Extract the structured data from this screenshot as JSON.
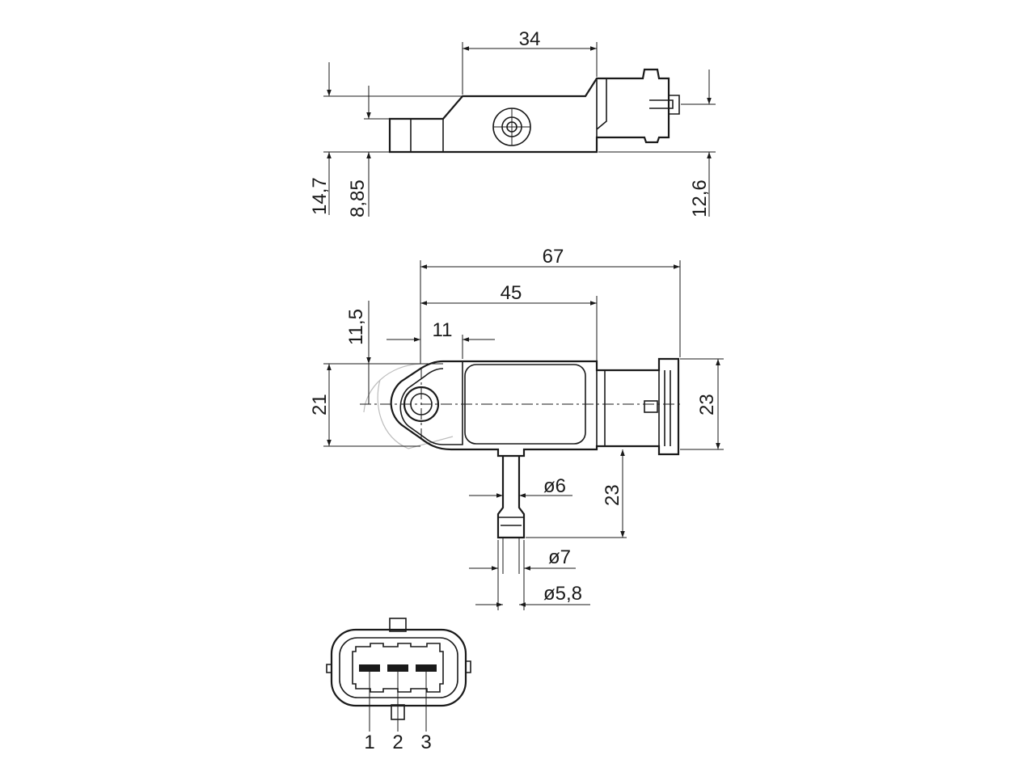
{
  "drawing": {
    "side_view": {
      "dim_top_width": "34",
      "dim_total_height": "14,7",
      "dim_inlet_height": "8,85",
      "dim_connector_height": "12,6"
    },
    "top_view": {
      "dim_overall_length": "67",
      "dim_body_length": "45",
      "dim_hole_offset": "11",
      "dim_hole_center": "11,5",
      "dim_body_width": "21",
      "dim_connector_width": "23",
      "dim_nozzle_length": "23",
      "dim_nozzle_dia": "ø6",
      "dim_tip_dia": "ø7",
      "dim_tip_inner_dia": "ø5,8"
    },
    "connector_view": {
      "pins": [
        "1",
        "2",
        "3"
      ]
    }
  }
}
